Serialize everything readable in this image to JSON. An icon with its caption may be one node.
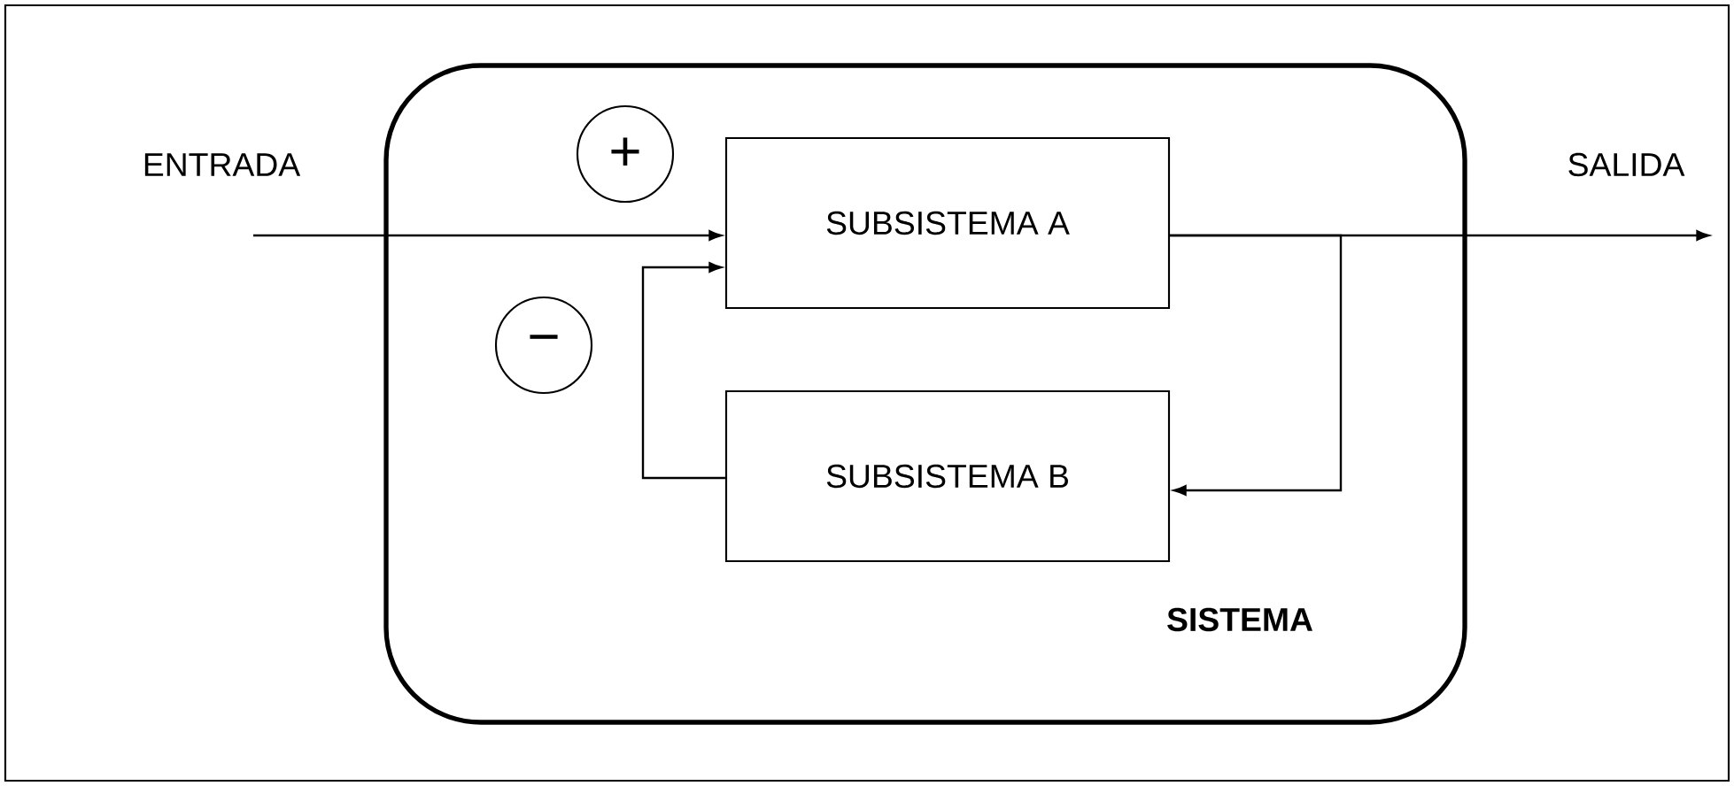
{
  "diagram": {
    "nodes": [
      {
        "text": [
          "SISTEMA"
        ]
      },
      {
        "text": [
          "SUBSISTEMA A"
        ],
        "in": 0
      },
      {
        "text": [
          "SUBSISTEMA B"
        ],
        "in": 0
      },
      {
        "text": [
          "+"
        ],
        "in": 0
      },
      {
        "text": [
          "−"
        ],
        "in": 0
      }
    ],
    "edges": [
      {
        "from": null,
        "to": 1,
        "arrow": "to",
        "label": "ENTRADA"
      },
      {
        "from": 1,
        "to": null,
        "arrow": "to",
        "label": "SALIDA"
      },
      {
        "from": 1,
        "to": 2,
        "arrow": "to"
      },
      {
        "from": 2,
        "to": 1,
        "arrow": "to"
      }
    ]
  }
}
